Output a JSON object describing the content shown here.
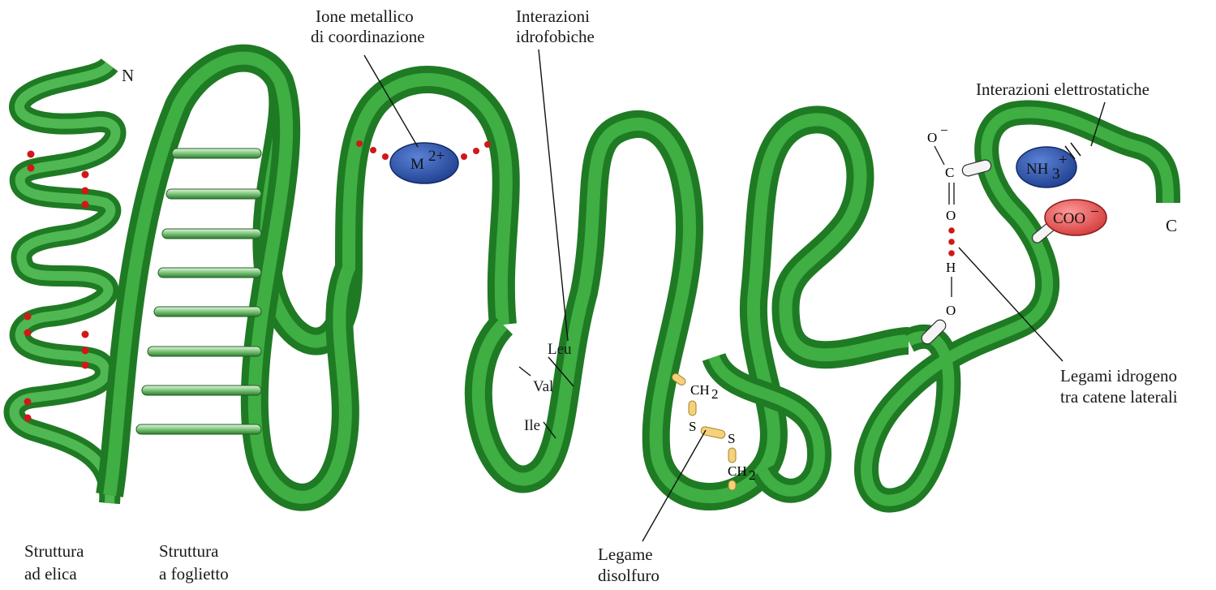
{
  "labels": {
    "n_terminus": "N",
    "c_terminus": "C",
    "metal_ion_title_1": "Ione metallico",
    "metal_ion_title_2": "di coordinazione",
    "hydrophobic_1": "Interazioni",
    "hydrophobic_2": "idrofobiche",
    "electrostatic": "Interazioni elettrostatiche",
    "hbond_1": "Legami idrogeno",
    "hbond_2": "tra catene laterali",
    "helix_1": "Struttura",
    "helix_2": "ad elica",
    "sheet_1": "Struttura",
    "sheet_2": "a foglietto",
    "disulfide_1": "Legame",
    "disulfide_2": "disolfuro",
    "leu": "Leu",
    "val": "Val",
    "ile": "Ile"
  },
  "chem": {
    "metal_ion": "M",
    "metal_charge": "2+",
    "ammonium": "NH",
    "ammonium_sub": "3",
    "ammonium_charge": "+",
    "carboxylate": "COO",
    "carboxylate_charge": "−",
    "o_minus": "O",
    "o_minus_charge": "−",
    "c": "C",
    "eq": "=",
    "o": "O",
    "h": "H",
    "bar": "|",
    "o2": "O",
    "ch2_top": "CH",
    "ch2_top_sub": "2",
    "s1": "S",
    "s2": "S",
    "ch2_bottom": "CH",
    "ch2_bottom_sub": "2"
  },
  "colors": {
    "ribbon_dark": "#1f7a24",
    "ribbon_mid": "#2f9a34",
    "ribbon_light": "#5cc45e",
    "hbond_dot": "#d01818",
    "metal_ion_fill": "#2d4fa0",
    "ammonium_fill": "#2d4fa0",
    "carboxylate_fill": "#e04c4c",
    "disulfide_fill": "#f5d27a"
  }
}
